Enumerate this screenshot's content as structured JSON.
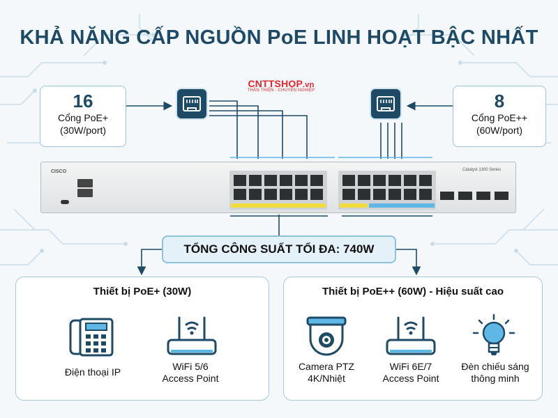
{
  "title": "KHẢ NĂNG CẤP NGUỒN PoE LINH HOẠT BẬC NHẤT",
  "brand": {
    "name": "CNTTSHOP",
    "tld": ".vn",
    "tagline": "THÂN THIỆN - CHUYÊN NGHIỆP"
  },
  "left_ports": {
    "count": "16",
    "line1": "Cổng PoE+",
    "line2": "(30W/port)"
  },
  "right_ports": {
    "count": "8",
    "line1": "Cổng PoE++",
    "line2": "(60W/port)"
  },
  "switch": {
    "vendor": "CISCO",
    "model": "Catalyst 1300 Series"
  },
  "total_power": "TỔNG CÔNG SUẤT TỐI ĐA: 740W",
  "left_panel": {
    "title": "Thiết bị PoE+ (30W)",
    "devices": [
      {
        "line1": "Điện thoại IP",
        "line2": "",
        "icon": "ip-phone-icon"
      },
      {
        "line1": "WiFi 5/6",
        "line2": "Access Point",
        "icon": "access-point-icon"
      }
    ]
  },
  "right_panel": {
    "title": "Thiết bị PoE++ (60W) - Hiệu suất cao",
    "devices": [
      {
        "line1": "Camera PTZ",
        "line2": "4K/Nhiệt",
        "icon": "ptz-camera-icon"
      },
      {
        "line1": "WiFi 6E/7",
        "line2": "Access Point",
        "icon": "access-point-icon"
      },
      {
        "line1": "Đèn chiếu sáng",
        "line2": "thông minh",
        "icon": "smart-bulb-icon"
      }
    ]
  },
  "colors": {
    "primary": "#1e4a66",
    "poe_plus": "#f2dc3c",
    "poe_plus_plus": "#5fb7e6",
    "brand": "#e0262b"
  }
}
